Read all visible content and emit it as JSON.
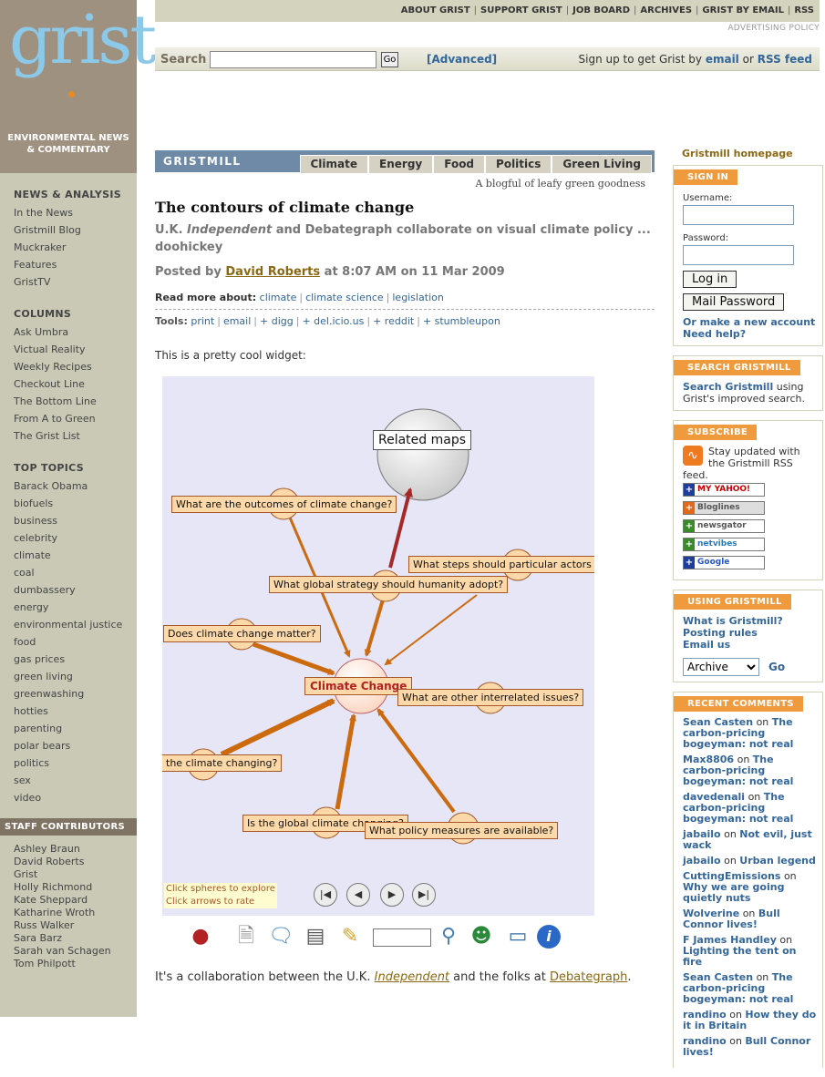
{
  "logo": {
    "word": "grist",
    "tagline_line1": "ENVIRONMENTAL NEWS",
    "tagline_line2": "& COMMENTARY"
  },
  "sidebar": {
    "news_heading": "NEWS & ANALYSIS",
    "news_items": [
      "In the News",
      "Gristmill Blog",
      "Muckraker",
      "Features",
      "GristTV"
    ],
    "columns_heading": "COLUMNS",
    "columns_items": [
      "Ask Umbra",
      "Victual Reality",
      "Weekly Recipes",
      "Checkout Line",
      "The Bottom Line",
      "From A to Green",
      "The Grist List"
    ],
    "topics_heading": "TOP TOPICS",
    "topics_items": [
      "Barack Obama",
      "biofuels",
      "business",
      "celebrity",
      "climate",
      "coal",
      "dumbassery",
      "energy",
      "environmental justice",
      "food",
      "gas prices",
      "green living",
      "greenwashing",
      "hotties",
      "parenting",
      "polar bears",
      "politics",
      "sex",
      "video"
    ],
    "staff_heading": "STAFF CONTRIBUTORS",
    "staff_items": [
      "Ashley Braun",
      "David Roberts",
      "Grist",
      "Holly Richmond",
      "Kate Sheppard",
      "Katharine Wroth",
      "Russ Walker",
      "Sara Barz",
      "Sarah van Schagen",
      "Tom Philpott"
    ]
  },
  "topnav": {
    "items": [
      "ABOUT GRIST",
      "SUPPORT GRIST",
      "JOB BOARD",
      "ARCHIVES",
      "GRIST BY EMAIL",
      "RSS"
    ],
    "ad_policy": "ADVERTISING POLICY"
  },
  "search": {
    "label": "Search",
    "value": "",
    "go": "Go",
    "advanced": "[Advanced]",
    "signup_prefix": "Sign up to get Grist by",
    "signup_email": "email",
    "signup_or": "or",
    "signup_rss": "RSS feed"
  },
  "gristmill": {
    "title": "GRISTMILL",
    "tabs": [
      "Climate",
      "Energy",
      "Food",
      "Politics",
      "Green Living"
    ],
    "tagline": "A blogful of leafy green goodness"
  },
  "post": {
    "title": "The contours of climate change",
    "subtitle_pre": "U.K.",
    "subtitle_italic": "Independent",
    "subtitle_post": "and Debategraph collaborate on visual climate policy ... doohickey",
    "byline_prefix": "Posted by",
    "author": "David Roberts",
    "byline_suffix": "at 8:07 AM on 11 Mar 2009",
    "read_more_label": "Read more about:",
    "read_more_links": [
      "climate",
      "climate science",
      "legislation"
    ],
    "tools_label": "Tools:",
    "tools_links": [
      "print",
      "email",
      "+ digg",
      "+ del.icio.us",
      "+ reddit",
      "+ stumbleupon"
    ],
    "intro": "This is a pretty cool widget:",
    "after_pre": "It's a collaboration between the U.K.",
    "after_link1": "Independent",
    "after_mid": "and the folks at",
    "after_link2": "Debategraph",
    "after_end": "."
  },
  "widget": {
    "center": "Climate Change",
    "related": "Related maps",
    "nodes": {
      "outcomes": "What are the outcomes of climate change?",
      "steps": "What steps should particular actors",
      "strategy": "What global strategy should humanity adopt?",
      "matter": "Does climate change matter?",
      "interrelated": "What are other interrelated issues?",
      "changing": "the climate changing?",
      "global": "Is the global climate changing?",
      "policy": "What policy measures are available?"
    },
    "hint_line1": "Click spheres to explore",
    "hint_line2": "Click arrows to rate",
    "nav": {
      "first": "|◀",
      "prev": "◀",
      "next": "▶",
      "last": "▶|"
    },
    "search_value": "",
    "colors": {
      "background": "#e6e6f6",
      "arrow": "#cc6a10",
      "related_arrow": "#a62828",
      "node_fill": "#fdd9a9"
    }
  },
  "right": {
    "home_link": "Gristmill homepage",
    "signin": {
      "heading": "SIGN IN",
      "username_label": "Username:",
      "password_label": "Password:",
      "login": "Log in",
      "mail_password": "Mail Password",
      "new_account": "Or make a new account",
      "help": "Need help?"
    },
    "search_box": {
      "heading": "SEARCH GRISTMILL",
      "link": "Search Gristmill",
      "text": "using Grist's improved search."
    },
    "subscribe": {
      "heading": "SUBSCRIBE",
      "text": "Stay updated with the Gristmill RSS feed.",
      "feeds": [
        "MY YAHOO!",
        "Bloglines",
        "newsgator",
        "netvibes",
        "Google"
      ]
    },
    "using": {
      "heading": "USING GRISTMILL",
      "links": [
        "What is Gristmill?",
        "Posting rules",
        "Email us"
      ],
      "archive_value": "Archive",
      "go": "Go"
    },
    "recent": {
      "heading": "RECENT COMMENTS",
      "on": "on",
      "items": [
        {
          "who": "Sean Casten",
          "post": "The carbon-pricing bogeyman: not real"
        },
        {
          "who": "Max8806",
          "post": "The carbon-pricing bogeyman: not real"
        },
        {
          "who": "davedenali",
          "post": "The carbon-pricing bogeyman: not real"
        },
        {
          "who": "jabailo",
          "post": "Not evil, just wack"
        },
        {
          "who": "jabailo",
          "post": "Urban legend"
        },
        {
          "who": "CuttingEmissions",
          "post": "Why we are going quietly nuts"
        },
        {
          "who": "Wolverine",
          "post": "Bull Connor lives!"
        },
        {
          "who": "F James Handley",
          "post": "Lighting the tent on fire"
        },
        {
          "who": "Sean Casten",
          "post": "The carbon-pricing bogeyman: not real"
        },
        {
          "who": "randino",
          "post": "How they do it in Britain"
        },
        {
          "who": "randino",
          "post": "Bull Connor lives!"
        }
      ]
    }
  }
}
